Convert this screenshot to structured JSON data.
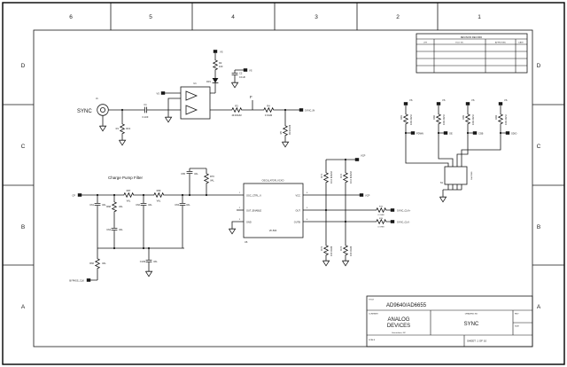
{
  "frame": {
    "cols": [
      "6",
      "5",
      "4",
      "3",
      "2",
      "1"
    ],
    "rows": [
      "D",
      "C",
      "B",
      "A"
    ]
  },
  "revision_table": {
    "title": "REVISION RECORD",
    "headers": [
      "LTR",
      "ECO NO.",
      "APPROVED",
      "DATE"
    ]
  },
  "title_block": {
    "title_label": "TITLE",
    "title": "AD9640/AD6655",
    "company_label": "COMPANY",
    "company_line1": "ANALOG",
    "company_line2": "DEVICES",
    "company_city": "Greensboro, NC",
    "drawing_label": "DRAWING NO",
    "drawing": "SYNC",
    "rev_label": "REV",
    "size_label": "SIZE",
    "scale_label": "SCALE",
    "sheet": "SHEET: 1 OF 10"
  },
  "labels": {
    "sync": "SYNC",
    "j1": "J1",
    "r1": "R1",
    "r1v": "49.9",
    "c1": "C1",
    "c1v": "0.1UF",
    "u1": "U1",
    "vs": "VS",
    "r2": "R2",
    "r2v": "100",
    "cr1": "CR1",
    "c2": "C2",
    "c2v": "0.1UF",
    "r3": "R3",
    "r3v": "49.9OHM",
    "f": "F",
    "r4": "R4",
    "r4v": "0 OHM",
    "r5": "R5",
    "r5v": "49.9OHM",
    "sync_in": "SYNC_IN",
    "cpf": "Charge Pump Filter",
    "cp": "CP",
    "val": "VAL",
    "c61": "C61",
    "r68": "R68",
    "c64": "C64",
    "r67": "R67",
    "c62": "C62",
    "r69": "R69",
    "c63": "C63",
    "c65": "C65",
    "r70": "R70",
    "r66": "R66",
    "c139": "C139",
    "bypass": "BYPASS_CLK",
    "vcxo_title": "OSCILLATOR_VCXO",
    "pin_ctrl": "OSC_CTRL_V",
    "pin_oe": "OUT_ENABLE",
    "pin_gnd": "GND",
    "pin_vcc": "VCC",
    "pin_out": "OUT",
    "pin_outb": "OUTB",
    "part": "VF-500",
    "u6": "U6",
    "p1": "1",
    "p2": "2",
    "p3": "3",
    "p4": "4",
    "p5": "5",
    "p6": "6",
    "vcp": "VCP",
    "r71": "R71",
    "r72": "R72",
    "v10k": "10.0 KOHM",
    "r73": "R73",
    "r74": "R74",
    "v100": "100 OHM",
    "r75": "R75",
    "r76": "R76",
    "v0": "0 OHM",
    "clkp": "SYNC_CLK+",
    "clkm": "SYNC_CLK-",
    "r81": "R81",
    "r82": "R82",
    "r83": "R83",
    "r84": "R84",
    "v10k2": "10K OHM",
    "pdwn": "PDWN",
    "oe": "OE",
    "csb": "CSB",
    "sdio": "SDIO",
    "s1": "S1",
    "s1part": "SW-DIP4"
  }
}
